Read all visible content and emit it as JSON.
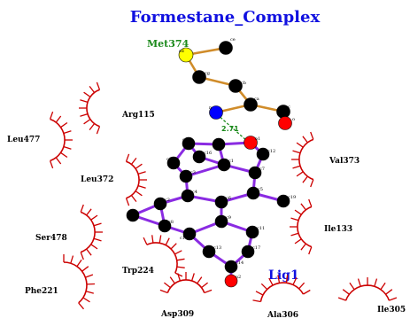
{
  "title": "Formestane_Complex",
  "ligand_label": "Lig1",
  "hbond_residue": "Met374",
  "hbond_distance": "2.71",
  "residues": [
    "Arg115",
    "Leu477",
    "Leu372",
    "Val373",
    "Ser478",
    "Ile133",
    "Trp224",
    "Phe221",
    "Asp309",
    "Ala306",
    "Ile305"
  ],
  "atom_labels": [
    "sd",
    "ce",
    "cg",
    "cb",
    "ca",
    "c",
    "o",
    "n",
    "c1",
    "c2",
    "c3",
    "c4",
    "c5",
    "c6",
    "c7",
    "c8",
    "c9",
    "c10",
    "c11",
    "c12",
    "c13",
    "c14",
    "c15",
    "c16",
    "c17",
    "c18",
    "c19",
    "o1",
    "o2"
  ],
  "colors": {
    "title": "#1010e0",
    "residue_label": "#1c8a1c",
    "ligand_bond": "#8a2be2",
    "residue_bond": "#d08c2a",
    "hbond": "#1c8a1c",
    "carbon": "#000000",
    "oxygen": "#ff0000",
    "nitrogen": "#0000ff",
    "sulfur": "#ffff00",
    "hydrophobic_arc": "#cc0000"
  }
}
